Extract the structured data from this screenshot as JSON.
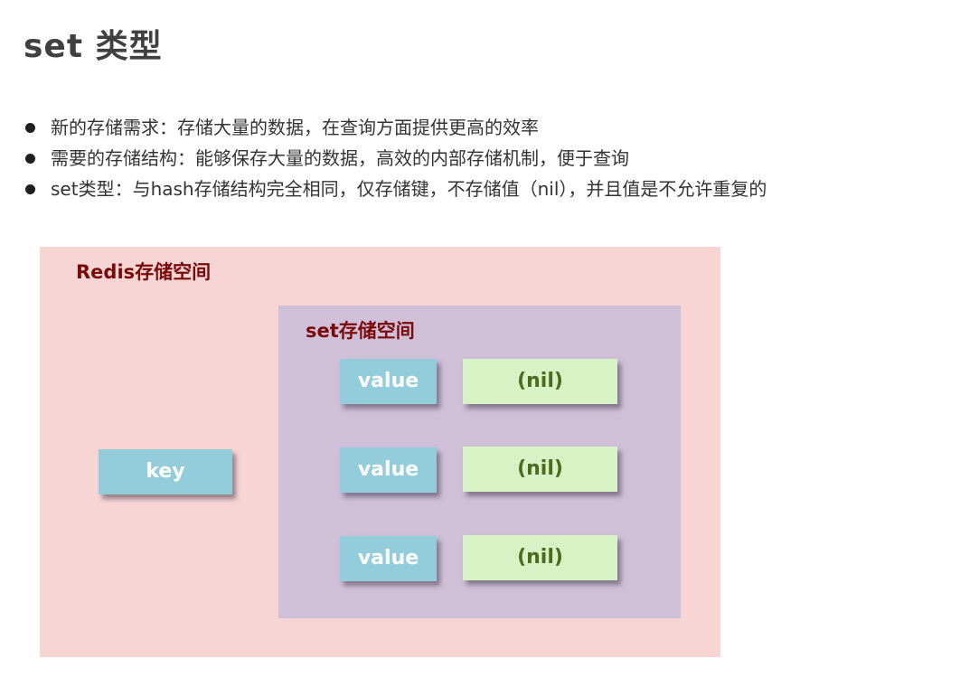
{
  "title": "set 类型",
  "bullets": [
    "新的存储需求：存储大量的数据，在查询方面提供更高的效率",
    "需要的存储结构：能够保存大量的数据，高效的内部存储机制，便于查询",
    "set类型：与hash存储结构完全相同，仅存储键，不存储值（nil），并且值是不允许重复的"
  ],
  "diagram": {
    "outer_label": "Redis存储空间",
    "inner_label": "set存储空间",
    "key_label": "key",
    "rows": [
      {
        "value": "value",
        "nil": "(nil)"
      },
      {
        "value": "value",
        "nil": "(nil)"
      },
      {
        "value": "value",
        "nil": "(nil)"
      }
    ],
    "colors": {
      "outer_bg": "#F8D5D5",
      "inner_bg": "#CFBFD8",
      "key_value_bg": "#93CDDC",
      "nil_bg": "#D7F2C4",
      "label_color": "#7A0A0A",
      "nil_text": "#4E6A1E"
    }
  }
}
